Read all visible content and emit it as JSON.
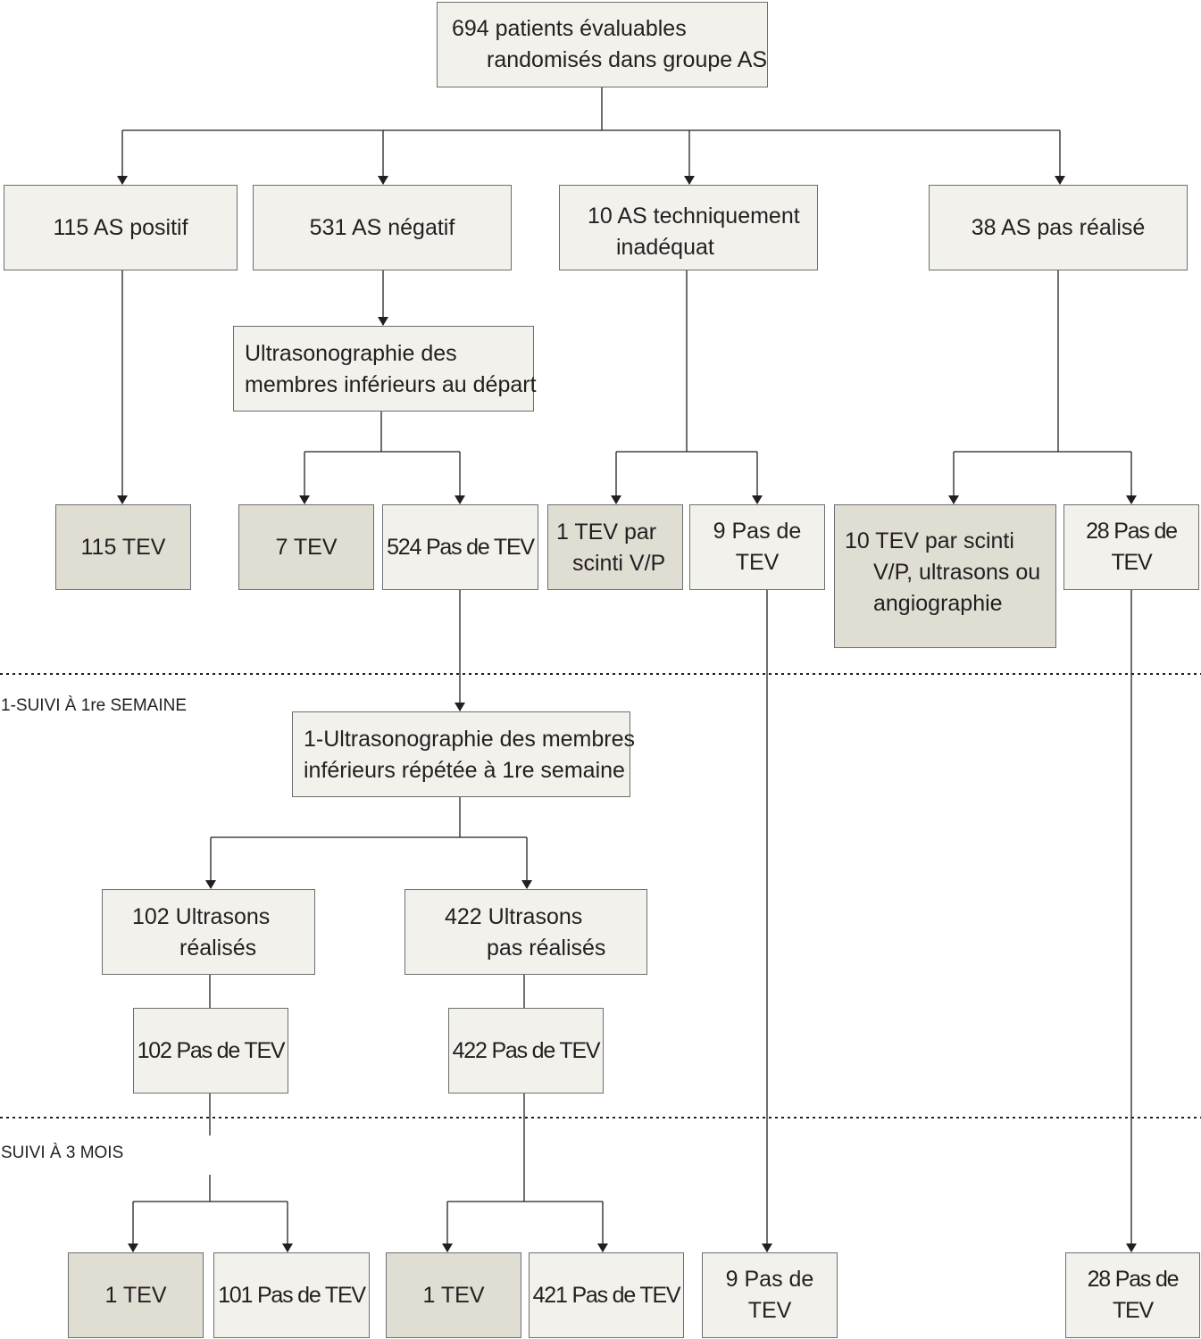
{
  "root": {
    "line1": "694 patients évaluables",
    "line2": "randomisés dans groupe AS"
  },
  "level1": {
    "as_positif": "115 AS positif",
    "as_negatif": "531 AS négatif",
    "as_inadequat": {
      "line1": "10 AS techniquement",
      "line2": "inadéquat"
    },
    "as_non_realise": "38 AS pas réalisé"
  },
  "ultrasono_depart": {
    "line1": "Ultrasonographie des",
    "line2": "membres inférieurs au départ"
  },
  "level3": {
    "tev_115": "115 TEV",
    "tev_7": "7 TEV",
    "pas_tev_524": "524 Pas de TEV",
    "tev_1_scinti": {
      "line1": "1 TEV par",
      "line2": "scinti V/P"
    },
    "pas_tev_9": "9 Pas de TEV",
    "tev_10": {
      "line1": "10 TEV par scinti",
      "line2": "V/P, ultrasons ou",
      "line3": "angiographie"
    },
    "pas_tev_28": "28 Pas de TEV"
  },
  "sections": {
    "suivi_semaine": "1-SUIVI À 1re SEMAINE",
    "suivi_3mois": "SUIVI À 3 MOIS"
  },
  "ultrasono_repetee": {
    "line1": "1-Ultrasonographie des membres",
    "line2": "inférieurs répétée à 1re semaine"
  },
  "level5": {
    "us_realises": {
      "line1": "102 Ultrasons",
      "line2": "réalisés"
    },
    "us_non_realises": {
      "line1": "422 Ultrasons",
      "line2": "pas réalisés"
    }
  },
  "level6": {
    "pas_tev_102": "102 Pas de TEV",
    "pas_tev_422": "422 Pas de TEV"
  },
  "level7": {
    "tev_1_a": "1 TEV",
    "pas_tev_101": "101 Pas de TEV",
    "tev_1_b": "1 TEV",
    "pas_tev_421": "421 Pas de TEV",
    "pas_tev_9_final": "9 Pas de TEV",
    "pas_tev_28_final": "28 Pas de TEV"
  },
  "colors": {
    "box_fill": "#f2f1ec",
    "box_fill_tev": "#e0ddd3",
    "border": "#6d6e71",
    "text": "#231f20"
  }
}
